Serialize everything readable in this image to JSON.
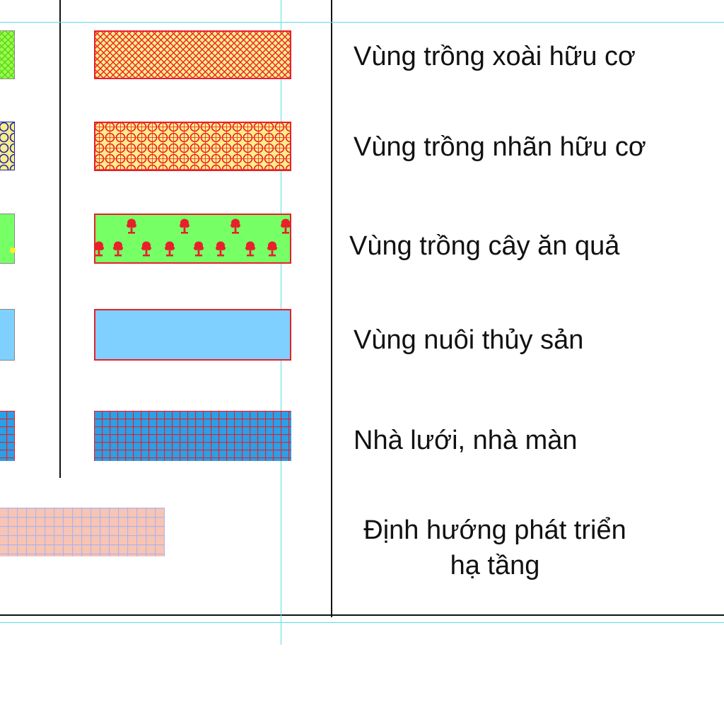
{
  "legend": {
    "items": [
      {
        "label": "Vùng trồng xoài hữu cơ",
        "pattern": "diamond-crosshatch"
      },
      {
        "label": "Vùng trồng nhãn hữu cơ",
        "pattern": "circle-lattice"
      },
      {
        "label": "Vùng trồng cây ăn quả",
        "pattern": "red-trees"
      },
      {
        "label": "Vùng nuôi thủy sản",
        "pattern": "solid-light-blue"
      },
      {
        "label": "Nhà lưới, nhà màn",
        "pattern": "red-grid-on-blue"
      }
    ],
    "infrastructure": {
      "line1": "Định hướng phát triển",
      "line2": "hạ tầng",
      "pattern": "light-grid-on-pink"
    }
  },
  "colors": {
    "border_red": "#e8202a",
    "yellow_fill": "#ffee88",
    "green_fill": "#77ff66",
    "green_left_swatch": "#99ff44",
    "blue_fill": "#7fd0ff",
    "net_blue": "#2aa0e8",
    "pink_fill": "#f8c4b4",
    "pink_grid": "#a8b4f0",
    "guide_cyan": "#55e0e8",
    "table_line": "#111111"
  }
}
